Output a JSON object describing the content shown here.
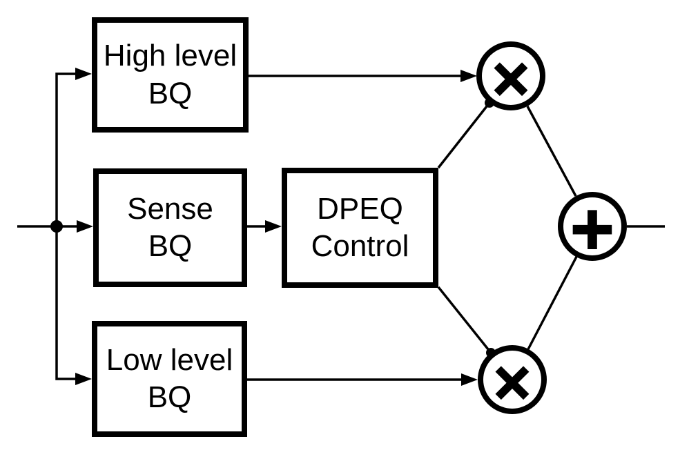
{
  "colors": {
    "line": "#000000",
    "background": "#ffffff"
  },
  "blocks": {
    "high": {
      "label": "High level\nBQ"
    },
    "sense": {
      "label": "Sense\nBQ"
    },
    "dpeq": {
      "label": "DPEQ\nControl"
    },
    "low": {
      "label": "Low level\nBQ"
    }
  },
  "operators": {
    "multiply": "×",
    "add": "+"
  }
}
